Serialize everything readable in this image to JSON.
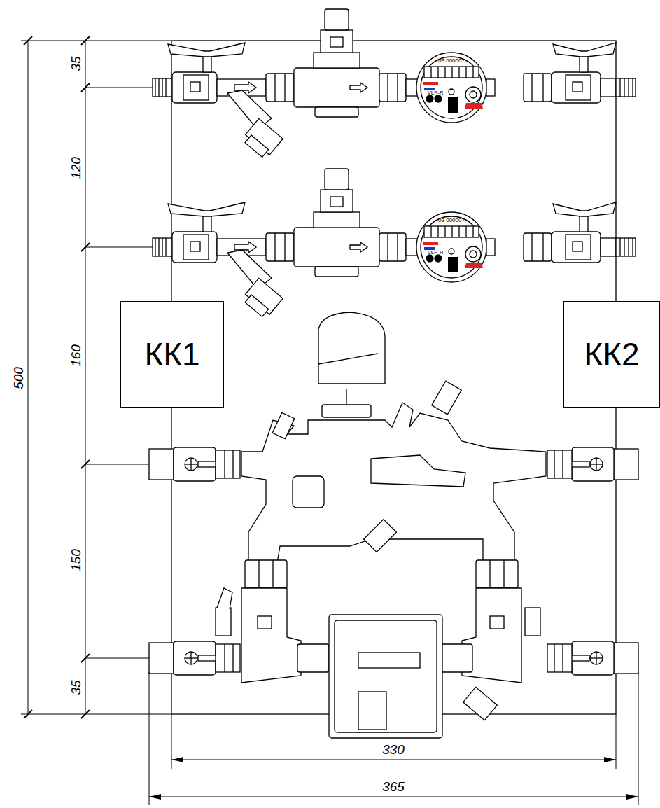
{
  "diagram": {
    "nodes": [
      {
        "text": [
          "КК1"
        ]
      },
      {
        "text": [
          "КК2"
        ]
      }
    ],
    "labels": [
      "35",
      "120",
      "160",
      "150",
      "35",
      "500",
      "330",
      "365",
      "03 000007",
      "VLF-R",
      "03 000007",
      "VLF-R"
    ]
  }
}
